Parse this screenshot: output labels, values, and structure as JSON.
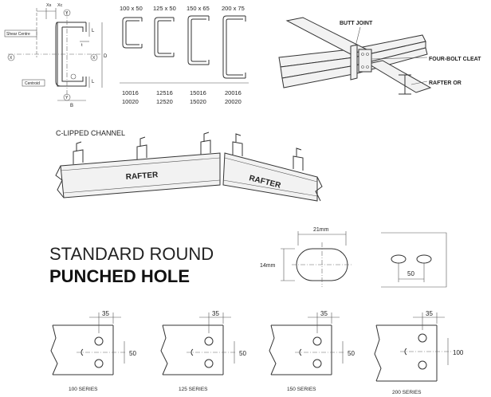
{
  "section_diagram": {
    "labels": {
      "xs": "Xs",
      "xc": "Xc",
      "shear_centre": "Shear Centre",
      "centroid": "Centroid",
      "y": "Y",
      "x": "X",
      "l": "L",
      "t": "t",
      "d": "D",
      "b": "B"
    }
  },
  "profiles": {
    "items": [
      {
        "size": "100 x 50",
        "codes": [
          "10016",
          "10020"
        ]
      },
      {
        "size": "125 x 50",
        "codes": [
          "12516",
          "12520"
        ]
      },
      {
        "size": "150 x 65",
        "codes": [
          "15016",
          "15020"
        ]
      },
      {
        "size": "200 x 75",
        "codes": [
          "20016",
          "20020"
        ]
      }
    ]
  },
  "joint_diagram": {
    "butt_joint": "BUTT JOINT",
    "four_bolt_cleat": "FOUR-BOLT CLEAT",
    "rafter_or": "RAFTER OR"
  },
  "rafter_diagram": {
    "title": "C-LIPPED CHANNEL",
    "rafter_left": "RAFTER",
    "rafter_right": "RAFTER"
  },
  "hole": {
    "heading_line1": "STANDARD ROUND",
    "heading_line2": "PUNCHED HOLE",
    "width": "21mm",
    "height": "14mm",
    "spacing": "50"
  },
  "series": [
    {
      "label": "100 SERIES",
      "top": "35",
      "side": "50"
    },
    {
      "label": "125 SERIES",
      "top": "35",
      "side": "50"
    },
    {
      "label": "150 SERIES",
      "top": "35",
      "side": "50"
    },
    {
      "label": "200 SERIES",
      "top": "35",
      "side": "100"
    }
  ]
}
